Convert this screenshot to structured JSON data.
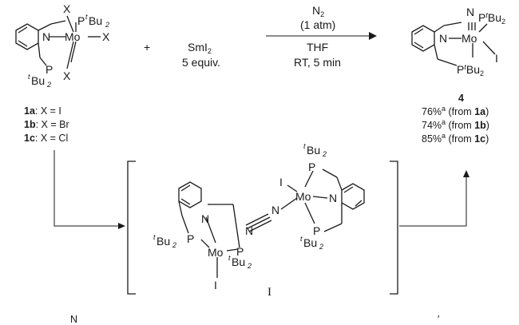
{
  "reaction": {
    "reagent": "SmI",
    "reagent_sub": "2",
    "reagent_equiv": "5 equiv.",
    "plus": "+",
    "cond_gas": "N",
    "cond_gas_sub": "2",
    "cond_pressure": "(1 atm)",
    "cond_solvent": "THF",
    "cond_time": "RT, 5 min"
  },
  "atoms": {
    "mo": "Mo",
    "n": "N",
    "p": "P",
    "x": "X",
    "i": "I",
    "tbu_sup": "t",
    "bu": "Bu",
    "bu_sub": "2",
    "ptbu": "P",
    "ptbu_bu": "Bu",
    "ptbu_sub": "2"
  },
  "starting": {
    "labels": [
      {
        "id": "1a",
        "text": ": X = I"
      },
      {
        "id": "1b",
        "text": ": X = Br"
      },
      {
        "id": "1c",
        "text": ": X = Cl"
      }
    ]
  },
  "product": {
    "number": "4",
    "yields": [
      {
        "value": "76%",
        "sup": "a",
        "from": " (from ",
        "cmp": "1a",
        "close": ")"
      },
      {
        "value": "74%",
        "sup": "a",
        "from": " (from ",
        "cmp": "1b",
        "close": ")"
      },
      {
        "value": "85%",
        "sup": "a",
        "from": " (from ",
        "cmp": "1c",
        "close": ")"
      }
    ]
  },
  "intermediate": {
    "label": "I"
  },
  "footer": {
    "left_char": "N",
    "right_char": "′"
  }
}
